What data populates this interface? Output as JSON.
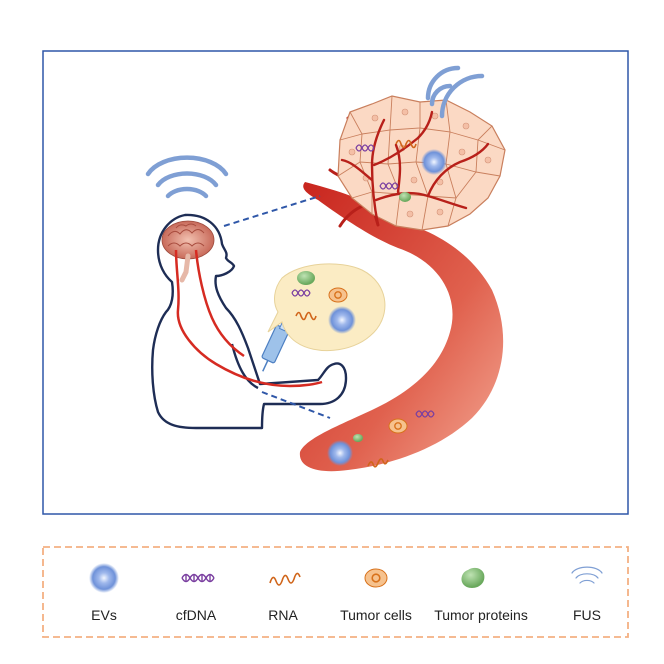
{
  "legend": {
    "items": [
      {
        "key": "evs",
        "label": "EVs",
        "icon": "ev-icon"
      },
      {
        "key": "cfdna",
        "label": "cfDNA",
        "icon": "dna-icon"
      },
      {
        "key": "rna",
        "label": "RNA",
        "icon": "rna-icon"
      },
      {
        "key": "tumor_cells",
        "label": "Tumor cells",
        "icon": "tumor-cell-icon"
      },
      {
        "key": "tumor_proteins",
        "label": "Tumor proteins",
        "icon": "tumor-protein-icon"
      },
      {
        "key": "fus",
        "label": "FUS",
        "icon": "fus-icon"
      }
    ]
  },
  "colors": {
    "frame": "#2f57a8",
    "legend_border": "#f4b183",
    "vessel": "#d9453a",
    "vessel_light": "#f09a8c",
    "tissue": "#fbd9c4",
    "tissue_stroke": "#c97f5d",
    "body_outline": "#1e2d55",
    "bubble": "#fbecc4",
    "fus": "#7f9fd4",
    "dna": "#7a3fa0",
    "rna": "#d0651a",
    "protein": "#7ab86e",
    "ev": "#5f86d8",
    "tumor_cell": "#f6c28e",
    "tumor_nucleus": "#d8721c",
    "dashed_line": "#2f57a8"
  }
}
